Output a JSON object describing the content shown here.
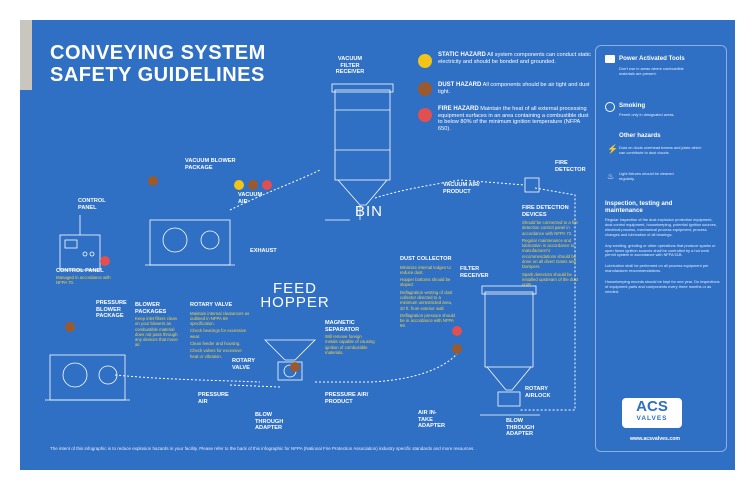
{
  "title": "CONVEYING SYSTEM SAFETY GUIDELINES",
  "colors": {
    "background": "#2f6fc4",
    "accent_bar": "#c8c6bf",
    "hazard_static": "#f2c417",
    "hazard_dust": "#9b5a2e",
    "hazard_fire": "#e05050",
    "note_text": "#f2d44a"
  },
  "hazards": [
    {
      "icon": "lightning-icon",
      "title": "STATIC HAZARD",
      "text": "All system components can conduct static electricity and should be bonded and grounded."
    },
    {
      "icon": "dust-icon",
      "title": "DUST HAZARD",
      "text": "All components should be air tight and dust tight."
    },
    {
      "icon": "fire-icon",
      "title": "FIRE HAZARD",
      "text": "Maintain the heat of all external processing equipment surfaces in an area containing a combustible dust to below 80% of the minimum ignition temperature (NFPA 650)."
    }
  ],
  "labels": {
    "vacuum_filter_receiver": "VACUUM FILTER RECEIVER",
    "bin": "BIN",
    "vacuum_blower_package": "VACUUM BLOWER PACKAGE",
    "vacuum_air": "VACUUM AIR",
    "control_panel": "CONTROL PANEL",
    "exhaust": "EXHAUST",
    "vacuum_air_product": "VACUUM AIR/ PRODUCT",
    "fire_detector": "FIRE DETECTOR",
    "feed_hopper": "FEED HOPPER",
    "pressure_blower_package": "PRESSURE BLOWER PACKAGE",
    "rotary_valve": "ROTARY VALVE",
    "pressure_air": "PRESSURE AIR",
    "blow_through_adapter": "BLOW THROUGH ADAPTER",
    "pressure_air_product": "PRESSURE AIR/ PRODUCT",
    "filter_receiver": "FILTER RECEIVER",
    "rotary_airlock": "ROTARY AIRLOCK",
    "air_intake_adapter": "AIR IN- TAKE ADAPTER",
    "blow_through_adapter_2": "BLOW THROUGH ADAPTER"
  },
  "notes": {
    "control_panel": {
      "title": "CONTROL PANEL",
      "text": "Managed in accordance with NFPA 70."
    },
    "blower_packages": {
      "title": "BLOWER PACKAGES",
      "text": "Keep inlet filters clean on your blowers as combustible material does not pass through any devices that move air."
    },
    "rotary_valve": {
      "title": "ROTARY VALVE",
      "lines": [
        "Maintain internal clearances as outlined in NFPA 69 specification.",
        "Check bearings for excessive wear.",
        "Clean feeder and housing.",
        "Check valves for excessive heat or vibration."
      ]
    },
    "magnetic_separator": {
      "title": "MAGNETIC SEPARATOR",
      "text": "Will remove foreign metals capable of causing ignition of combustible materials."
    },
    "fire_detection": {
      "title": "FIRE DETECTION DEVICES",
      "lines": [
        "Should be connected to a fire detection control panel in accordance with NFPA 72.",
        "Regular maintenance and lubrication in accordance to manufacturer's recommendations should be done on all divert Gates and Dampers.",
        "Spark detectors should be installed upstream of the dust units."
      ]
    },
    "dust_collector": {
      "title": "DUST COLLECTOR",
      "lines": [
        "Minimize internal ledges to reduce dust.",
        "Hopper bottoms should be sloped.",
        "Deflagration venting of dust collector directed to a minimum unrestricted area, 20 ft. from exterior wall.",
        "Deflagration pressure should be in accordance with NFPA 69."
      ]
    }
  },
  "sidebar": {
    "power_tools": {
      "title": "Power Activated Tools",
      "text": "Don't use in areas where combustible materials are present.",
      "icon": "drill-icon"
    },
    "smoking": {
      "title": "Smoking",
      "text": "Permit only in designated areas.",
      "icon": "no-smoking-icon"
    },
    "other_hazards": {
      "title": "Other hazards",
      "items": [
        {
          "icon": "lightning-icon",
          "text": "Dust on ducts overhead beams and joists which can contribute to dust clouds."
        },
        {
          "icon": "flame-icon",
          "text": "Light fixtures should be cleaned regularly."
        }
      ]
    },
    "inspection": {
      "title": "Inspection, testing and maintenance",
      "paragraphs": [
        "Regular inspection of the dust explosion protection equipment, dust control equipment, housekeeping, potential ignition sources, electrical process, mechanical process equipment, process changes and lubrication of all bearings.",
        "Any welding, grinding or other operations that produce sparks or open flame ignition sources shall be controlled by a hot work permit system in accordance with NFPA 51B.",
        "Lubrication shall be performed on all process equipment per manufacturer recommendations.",
        "Housekeeping records should be kept for one year. Do inspections of equipment parts and components every three months or as needed."
      ]
    },
    "logo_main": "ACS",
    "logo_sub": "VALVES",
    "website": "www.acsvalves.com"
  },
  "footer": "The intent of this infographic is to reduce explosion hazards in your facility. Please refer to the back of this infographic for NFPA (National Fire Protection Association) industry specific standards and more resources."
}
